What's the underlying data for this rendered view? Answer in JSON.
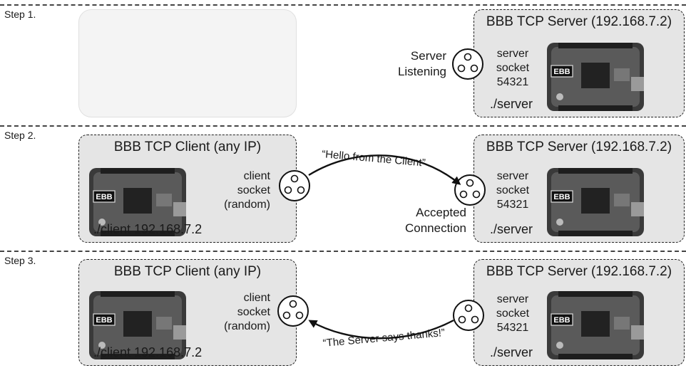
{
  "steps": [
    {
      "label": "Step 1."
    },
    {
      "label": "Step 2."
    },
    {
      "label": "Step 3."
    }
  ],
  "server": {
    "title": "BBB TCP Server (192.168.7.2)",
    "socket_line1": "server",
    "socket_line2": "socket",
    "socket_line3": "54321",
    "command": "./server"
  },
  "client": {
    "title": "BBB TCP Client (any IP)",
    "socket_line1": "client",
    "socket_line2": "socket",
    "socket_line3": "(random)",
    "command": "./client 192.168.7.2"
  },
  "board_label": "EBB",
  "server_listening": {
    "line1": "Server",
    "line2": "Listening"
  },
  "accepted_connection": {
    "line1": "Accepted",
    "line2": "Connection"
  },
  "messages": {
    "hello": "“Hello from the Client”",
    "thanks": "“The Server says thanks!”"
  }
}
